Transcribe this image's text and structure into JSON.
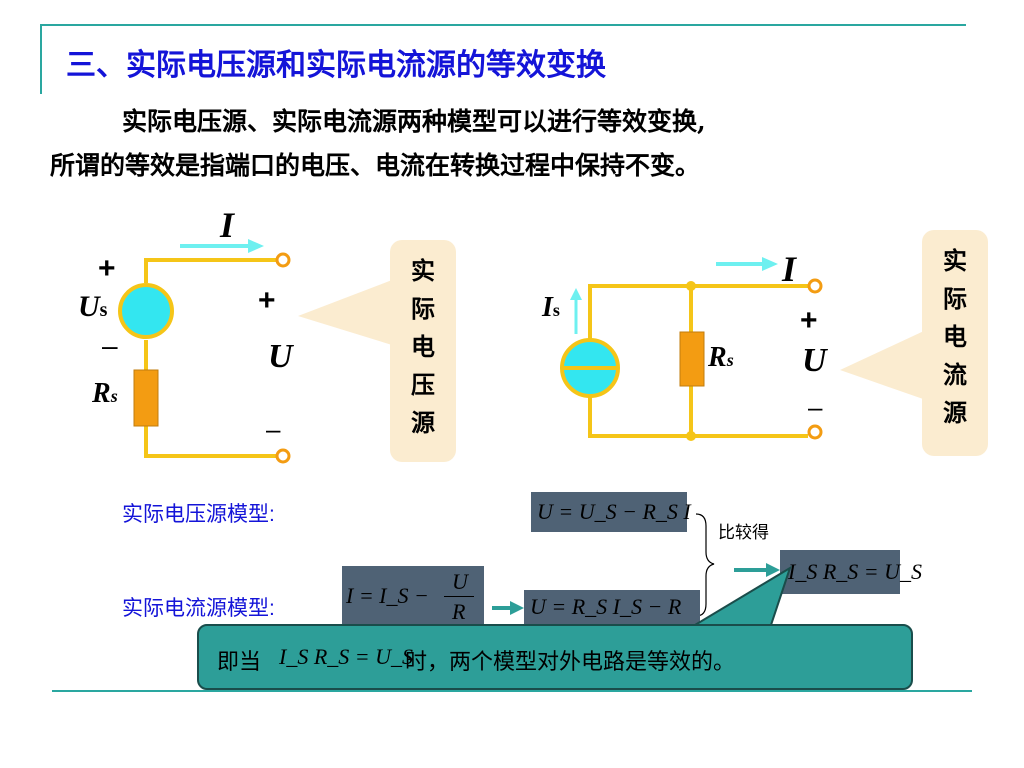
{
  "title": "三、实际电压源和实际电流源的等效变换",
  "intro": {
    "line1": "实际电压源、实际电流源两种模型可以进行等效变换,",
    "line2": "所谓的等效是指端口的电压、电流在转换过程中保持不变。"
  },
  "voltage_source_circuit": {
    "current_label": "I",
    "plus_top": "+",
    "source_label": "U",
    "source_sub": "s",
    "minus_left": "–",
    "resistor_label": "R",
    "resistor_sub": "s",
    "port_plus": "+",
    "port_voltage": "U",
    "port_minus": "–",
    "bubble_chars": [
      "实",
      "际",
      "电",
      "压",
      "源"
    ]
  },
  "current_source_circuit": {
    "current_label": "I",
    "source_label": "I",
    "source_sub": "s",
    "resistor_label": "R",
    "resistor_sub": "s",
    "port_plus": "+",
    "port_voltage": "U",
    "port_minus": "–",
    "bubble_chars": [
      "实",
      "际",
      "电",
      "流",
      "源"
    ]
  },
  "models": {
    "voltage_label": "实际电压源模型:",
    "current_label": "实际电流源模型:",
    "eq_voltage": "U = U_S − R_S I",
    "eq_current_left": "I = I_S −",
    "eq_current_num": "U",
    "eq_current_den": "R",
    "eq_current_derived": "U = R_S I_S − R",
    "compare_text": "比较得",
    "eq_result": "I_S R_S = U_S"
  },
  "callout": {
    "prefix": "即当",
    "condition": "I_S R_S = U_S",
    "suffix": "时，两个模型对外电路是等效的。"
  },
  "colors": {
    "wire": "#f5c518",
    "source_fill": "#33e6f0",
    "resistor_fill": "#f39c12",
    "title": "#1414d8",
    "bubble": "#fbecd0",
    "eqbox": "#4f6275",
    "callout": "#2d9e98",
    "accent_line": "#2aa7a0"
  }
}
